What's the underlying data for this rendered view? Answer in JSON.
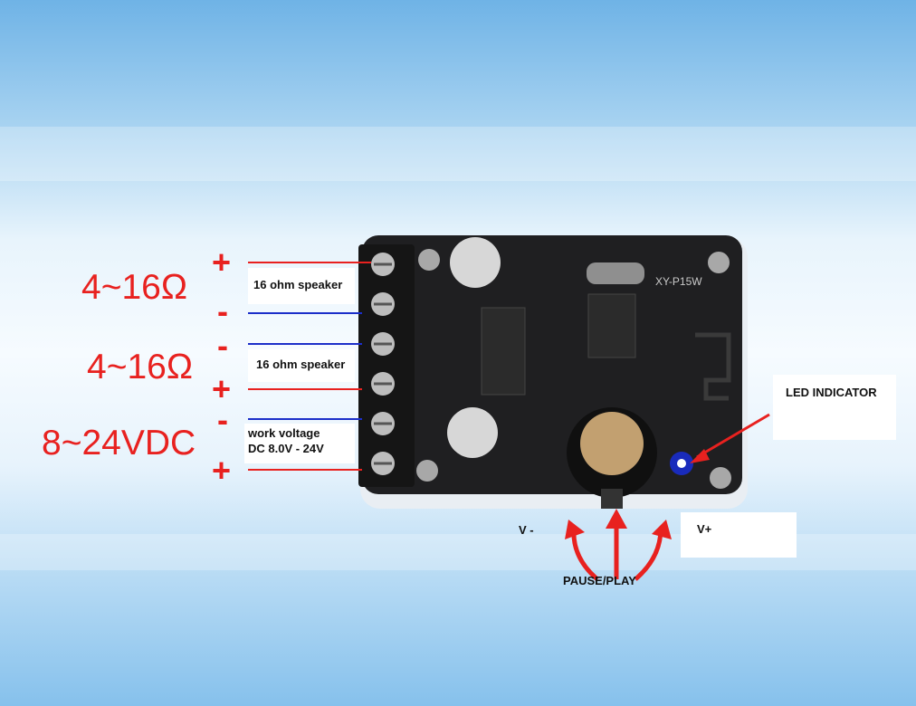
{
  "board_label": "XY-P15W",
  "terminals": [
    {
      "rating": "4~16Ω",
      "top_sign": "+",
      "bottom_sign": "-",
      "note": "16 ohm speaker"
    },
    {
      "rating": "4~16Ω",
      "top_sign": "-",
      "bottom_sign": "+",
      "note": "16 ohm speaker"
    },
    {
      "rating": "8~24VDC",
      "top_sign": "-",
      "bottom_sign": "+",
      "note_line1": "work voltage",
      "note_line2": "DC 8.0V - 24V"
    }
  ],
  "led_label": "LED INDICATOR",
  "knob": {
    "minus_label": "V -",
    "plus_label": "V+",
    "press_label": "PAUSE/PLAY"
  },
  "colors": {
    "positive_wire": "#e8211f",
    "negative_wire": "#1b2ec9",
    "arrow": "#e8211f",
    "board": "#1f1f21"
  }
}
